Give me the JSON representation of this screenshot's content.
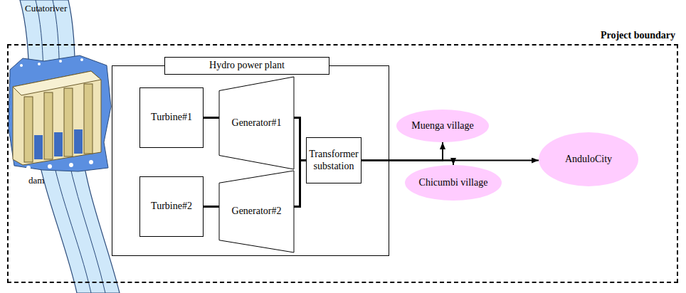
{
  "diagram": {
    "nodes": [
      {
        "text": [
          "Project boundary"
        ]
      },
      {
        "text": [
          "Hydro power plant"
        ],
        "in": 0
      },
      {
        "text": [
          "Turbine#1"
        ],
        "in": 1
      },
      {
        "text": [
          "Generator#1"
        ],
        "in": 1
      },
      {
        "text": [
          "Turbine#2"
        ],
        "in": 1
      },
      {
        "text": [
          "Generator#2"
        ],
        "in": 1
      },
      {
        "text": [
          "Transformer substation"
        ],
        "in": 1
      },
      {
        "text": [
          "Muenga village"
        ],
        "in": 0
      },
      {
        "text": [
          "Chicumbi village"
        ],
        "in": 0
      },
      {
        "text": [
          "AnduloCity"
        ],
        "in": 0
      }
    ],
    "edges": [
      {
        "from": 2,
        "to": 3,
        "arrow": "none"
      },
      {
        "from": 4,
        "to": 5,
        "arrow": "none"
      },
      {
        "from": 3,
        "to": 6,
        "arrow": "none"
      },
      {
        "from": 5,
        "to": 6,
        "arrow": "none"
      },
      {
        "from": 6,
        "to": 7,
        "arrow": "to"
      },
      {
        "from": 6,
        "to": 8,
        "arrow": "to"
      },
      {
        "from": 6,
        "to": 9,
        "arrow": "to"
      }
    ],
    "labels": [
      "Cutatoriver",
      "dam"
    ]
  }
}
